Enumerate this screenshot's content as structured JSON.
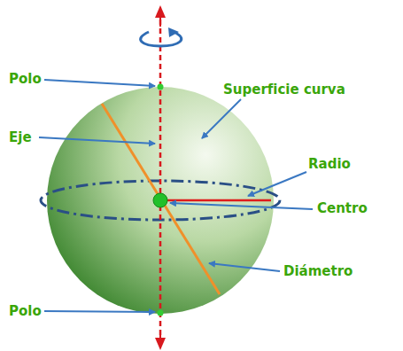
{
  "diagram": {
    "labels": [
      "Polo",
      "Superficie curva",
      "Eje",
      "Radio",
      "Centro",
      "Diámetro",
      "Polo"
    ]
  }
}
